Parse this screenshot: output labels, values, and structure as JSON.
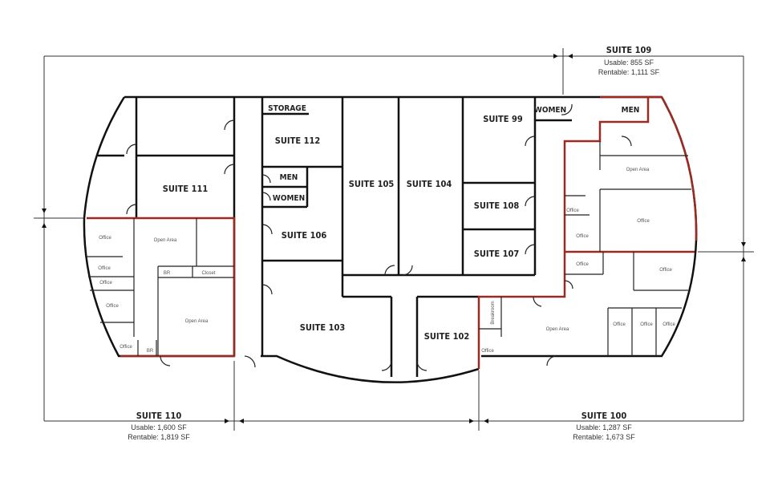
{
  "colors": {
    "wall": "#111111",
    "available_outline": "#9b2a22",
    "dimension": "#333333"
  },
  "suites": [
    {
      "id": "suite-99",
      "label": "SUITE 99"
    },
    {
      "id": "suite-102",
      "label": "SUITE 102"
    },
    {
      "id": "suite-103",
      "label": "SUITE 103"
    },
    {
      "id": "suite-104",
      "label": "SUITE 104"
    },
    {
      "id": "suite-105",
      "label": "SUITE 105"
    },
    {
      "id": "suite-106",
      "label": "SUITE 106"
    },
    {
      "id": "suite-107",
      "label": "SUITE 107"
    },
    {
      "id": "suite-108",
      "label": "SUITE 108"
    },
    {
      "id": "suite-111",
      "label": "SUITE 111"
    },
    {
      "id": "suite-112",
      "label": "SUITE 112"
    }
  ],
  "utility_rooms": {
    "storage": "STORAGE",
    "men": "MEN",
    "women": "WOMEN"
  },
  "available_suites": {
    "suite_109": {
      "title": "SUITE 109",
      "usable": "Usable: 855 SF",
      "rentable": "Rentable: 1,111 SF"
    },
    "suite_110": {
      "title": "SUITE 110",
      "usable": "Usable: 1,600 SF",
      "rentable": "Rentable: 1,819 SF"
    },
    "suite_100": {
      "title": "SUITE 100",
      "usable": "Usable: 1,287 SF",
      "rentable": "Rentable: 1,673 SF"
    }
  },
  "room_labels": {
    "office": "Office",
    "open_area": "Open Area",
    "br": "BR",
    "closet": "Closet",
    "breakroom": "Breakroom"
  }
}
